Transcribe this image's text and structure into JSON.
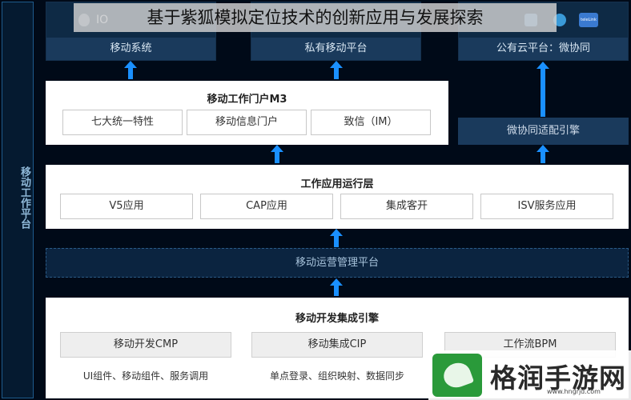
{
  "title": "基于紫狐模拟定位技术的创新应用与发展探索",
  "sidebar": {
    "label": "移动工作平台"
  },
  "top_row": {
    "left": {
      "label": "移动系统",
      "icon_text": "IO"
    },
    "middle": {
      "label": "私有移动平台"
    },
    "right": {
      "label": "公有云平台：微协同",
      "badge_text": "teleLink"
    }
  },
  "portal": {
    "title": "移动工作门户M3",
    "items": [
      "七大统一特性",
      "移动信息门户",
      "致信（IM）"
    ]
  },
  "micro_engine": {
    "label": "微协同适配引擎"
  },
  "runtime": {
    "title": "工作应用运行层",
    "items": [
      "V5应用",
      "CAP应用",
      "集成客开",
      "ISV服务应用"
    ]
  },
  "mgmt": {
    "label": "移动运营管理平台"
  },
  "engine": {
    "title": "移动开发集成引擎",
    "items": [
      {
        "label": "移动开发CMP",
        "caption": "UI组件、移动组件、服务调用"
      },
      {
        "label": "移动集成CIP",
        "caption": "单点登录、组织映射、数据同步"
      },
      {
        "label": "工作流BPM",
        "caption": ""
      }
    ]
  },
  "watermark": {
    "brand": "格润手游网",
    "url": "www.hngrjd.com"
  },
  "colors": {
    "accent": "#1a90ff",
    "background": "#000a18",
    "panel": "#1a3a5c"
  }
}
